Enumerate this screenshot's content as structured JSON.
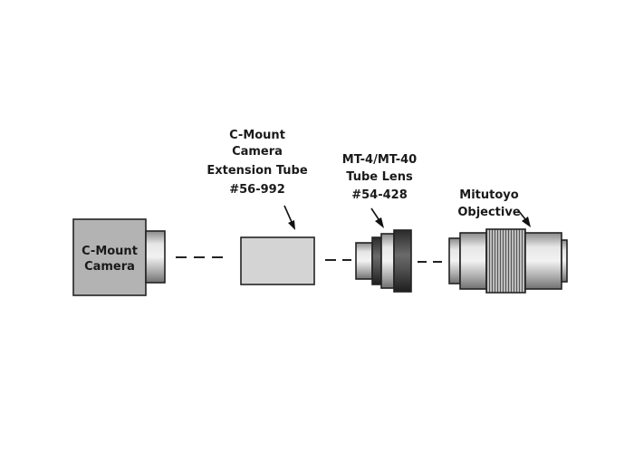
{
  "components": {
    "camera": {
      "label_line1": "C-Mount",
      "label_line2": "Camera"
    },
    "extension_tube": {
      "label_line1": "C-Mount",
      "label_line2": "Camera",
      "label_line3": "Extension Tube",
      "label_line4": "#56-992"
    },
    "tube_lens": {
      "label_line1": "MT-4/MT-40",
      "label_line2": "Tube Lens",
      "label_line3": "#54-428"
    },
    "objective": {
      "label_line1": "Mitutoyo",
      "label_line2": "Objective"
    }
  },
  "colors": {
    "body_gray": "#b3b3b3",
    "light_gray": "#d4d4d4",
    "dark_gray": "#3a3a3a",
    "outline": "#222222"
  }
}
